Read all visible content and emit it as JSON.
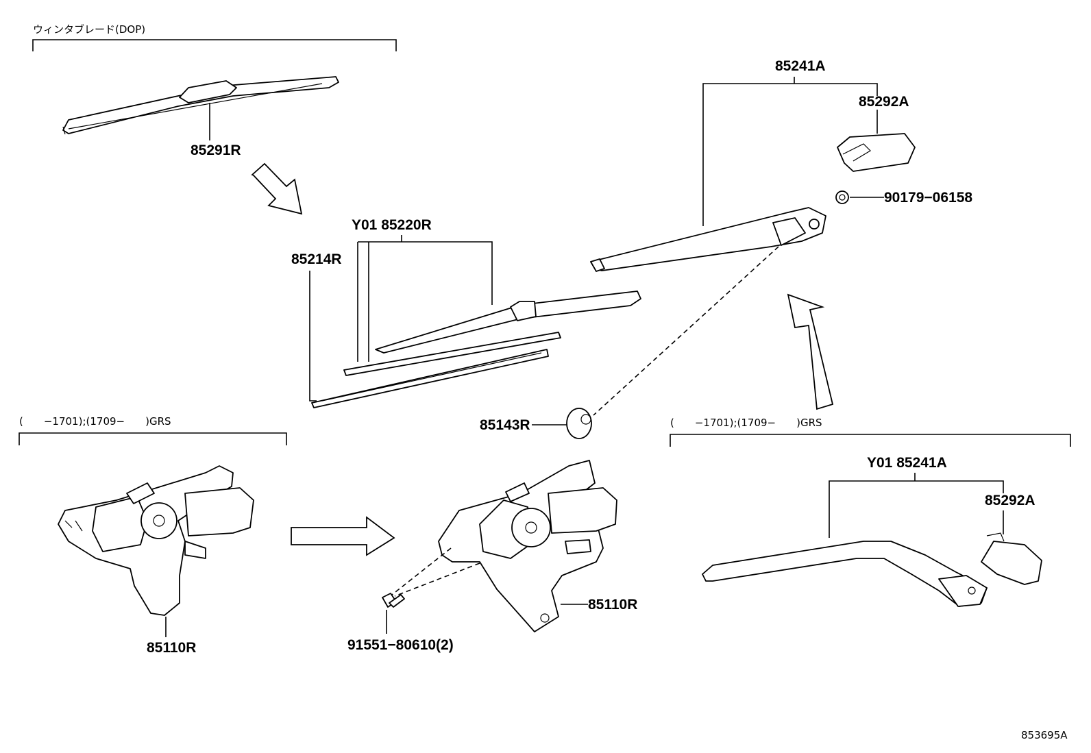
{
  "header": {
    "group_label": "ウィンタブレード(DOP)"
  },
  "conditions": {
    "left": "(　　−1701);(1709−　　)GRS",
    "right": "(　　−1701);(1709−　　)GRS"
  },
  "parts": {
    "p85291R": "85291R",
    "p85220R": "Y01 85220R",
    "p85214R": "85214R",
    "p85241A_top": "85241A",
    "p85292A_top": "85292A",
    "p90179": "90179−06158",
    "p85143R": "85143R",
    "p85110R_left": "85110R",
    "p85110R_mid": "85110R",
    "p91551": "91551−80610(2)",
    "p85241A_y01": "Y01 85241A",
    "p85292A_right": "85292A"
  },
  "diagram_id": "853695A"
}
